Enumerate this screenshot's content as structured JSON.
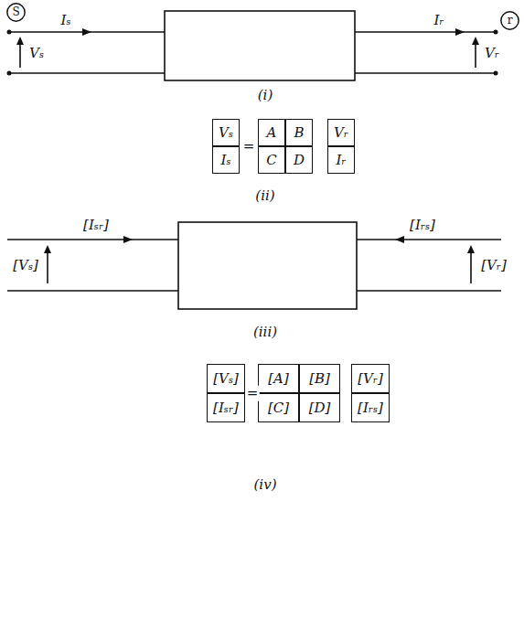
{
  "diagram": {
    "nodes": [
      {
        "text": [
          "S"
        ]
      },
      {
        "text": [
          "r"
        ]
      },
      {
        "text": [
          "Vₛ"
        ]
      },
      {
        "text": [
          "Iₛ"
        ]
      },
      {
        "text": [
          "A"
        ]
      },
      {
        "text": [
          "B"
        ]
      },
      {
        "text": [
          "C"
        ]
      },
      {
        "text": [
          "D"
        ]
      },
      {
        "text": [
          "Vᵣ"
        ]
      },
      {
        "text": [
          "Iᵣ"
        ]
      },
      {
        "text": [
          "[Vₛ]"
        ]
      },
      {
        "text": [
          "[Iₛᵣ]"
        ]
      },
      {
        "text": [
          "[A]"
        ]
      },
      {
        "text": [
          "[B]"
        ]
      },
      {
        "text": [
          "[C]"
        ]
      },
      {
        "text": [
          "[D]"
        ]
      },
      {
        "text": [
          "[Vᵣ]"
        ]
      },
      {
        "text": [
          "[Iᵣₛ]"
        ]
      }
    ],
    "labels": [
      "Iₛ",
      "Vₛ",
      "Iᵣ",
      "Vᵣ",
      "(i)",
      "=",
      "(ii)",
      "[Iₛᵣ]",
      "[Vₛ]",
      "[Iᵣₛ]",
      "[Vᵣ]",
      "(iii)",
      "=",
      "(iv)"
    ]
  }
}
